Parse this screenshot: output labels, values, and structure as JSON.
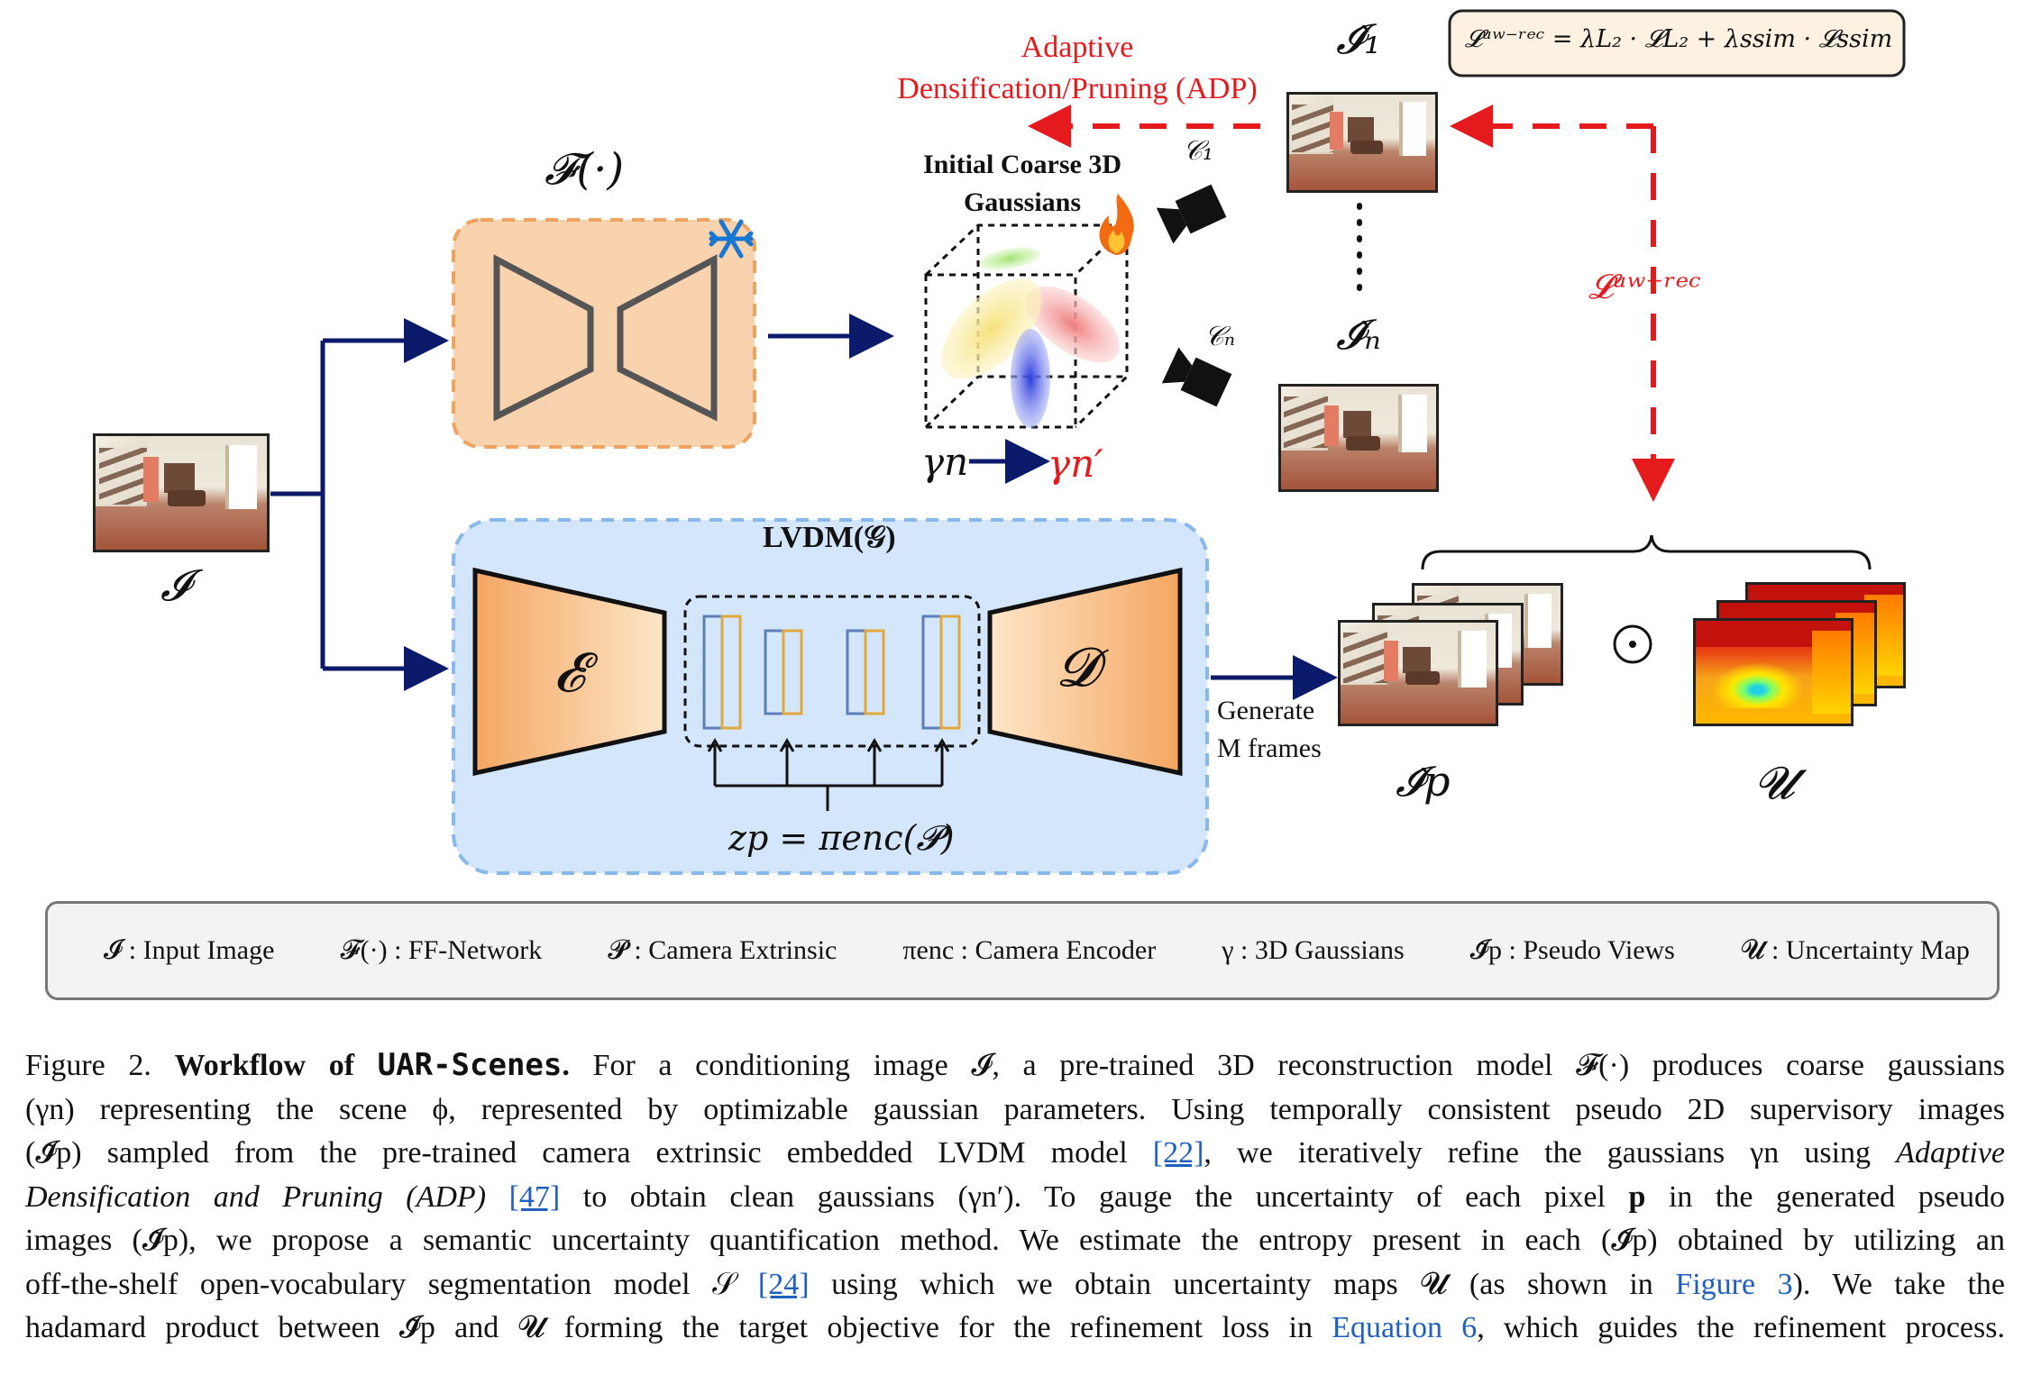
{
  "diagram": {
    "ff_network_label": "𝓕(·)",
    "initial_gaussians_label_line1": "Initial Coarse 3D",
    "initial_gaussians_label_line2": "Gaussians",
    "adp_label_line1": "Adaptive",
    "adp_label_line2": "Densification/Pruning (ADP)",
    "cam1_label": "𝒞₁",
    "camn_label": "𝒞ₙ",
    "render1_label": "𝓘̂₁",
    "rendern_label": "𝓘̂ₙ",
    "loss_box": "𝓛ᵘʷ⁻ʳᵉᶜ = λL₂ · 𝓛L₂ + λssim · 𝓛ssim",
    "loss_side_label": "𝓛ᵘʷ⁻ʳᵉᶜ",
    "gamma_left": "γn",
    "gamma_right": "γn′",
    "input_label": "𝓘",
    "lvdm_label": "LVDM(𝒢)",
    "encoder_label": "𝓔",
    "decoder_label": "𝓓",
    "zp_label": "zp = πenc(𝓟)",
    "generate_line1": "Generate",
    "generate_line2": "M frames",
    "pseudo_label": "𝓘̂p",
    "uncertainty_label": "𝓤",
    "hadamard_symbol": "⊙",
    "colors": {
      "navy_arrow": "#0c1a6b",
      "red_dashed": "#e41a1c",
      "ff_box_fill": "#f9d3ae",
      "ff_box_border": "#efa35f",
      "lvdm_fill": "#d4e6fb",
      "lvdm_border": "#86b8ee",
      "snowflake": "#1777d2"
    }
  },
  "legend": {
    "items": [
      "𝓘 : Input Image",
      "𝓕(·) : FF-Network",
      "𝓟 : Camera Extrinsic",
      "πenc : Camera Encoder",
      "γ : 3D Gaussians",
      "𝓘̃p : Pseudo Views",
      "𝓤 : Uncertainty Map"
    ]
  },
  "caption": {
    "fig_num": "Figure 2.",
    "fig_title_pre": "Workflow of ",
    "fig_title_name": "UAR-Scenes",
    "fig_title_post": ".",
    "l1": "For a conditioning image 𝓘, a pre-trained 3D reconstruction model 𝓕(·) produces coarse gaussians",
    "l2": "(γn) representing the scene ϕ, represented by optimizable gaussian parameters. Using temporally consistent pseudo 2D supervisory images",
    "l3a": "(𝓘̃p) sampled from the pre-trained camera extrinsic embedded LVDM model ",
    "ref22": "[22]",
    "l3b": ", we iteratively refine the gaussians γn using ",
    "l3c": "Adaptive",
    "l4a": "Densification and Pruning (ADP)",
    "ref47": "[47]",
    "l4b": " to obtain clean gaussians (γn′). To gauge the uncertainty of each pixel ",
    "l4p": "p",
    "l4c": " in the generated pseudo",
    "l5": "images (𝓘̃p), we propose a semantic uncertainty quantification method. We estimate the entropy present in each (𝓘̃p) obtained by utilizing an",
    "l6a": "off-the-shelf open-vocabulary segmentation model 𝒮 ",
    "ref24": "[24]",
    "l6b": " using which we obtain uncertainty maps 𝓤 (as shown in ",
    "fig3": "Figure 3",
    "l6c": "). We take the",
    "l7a": "hadamard product between 𝓘̃p and 𝓤 forming the target objective for the refinement loss in ",
    "eq6": "Equation 6",
    "l7b": ", which guides the refinement process."
  }
}
